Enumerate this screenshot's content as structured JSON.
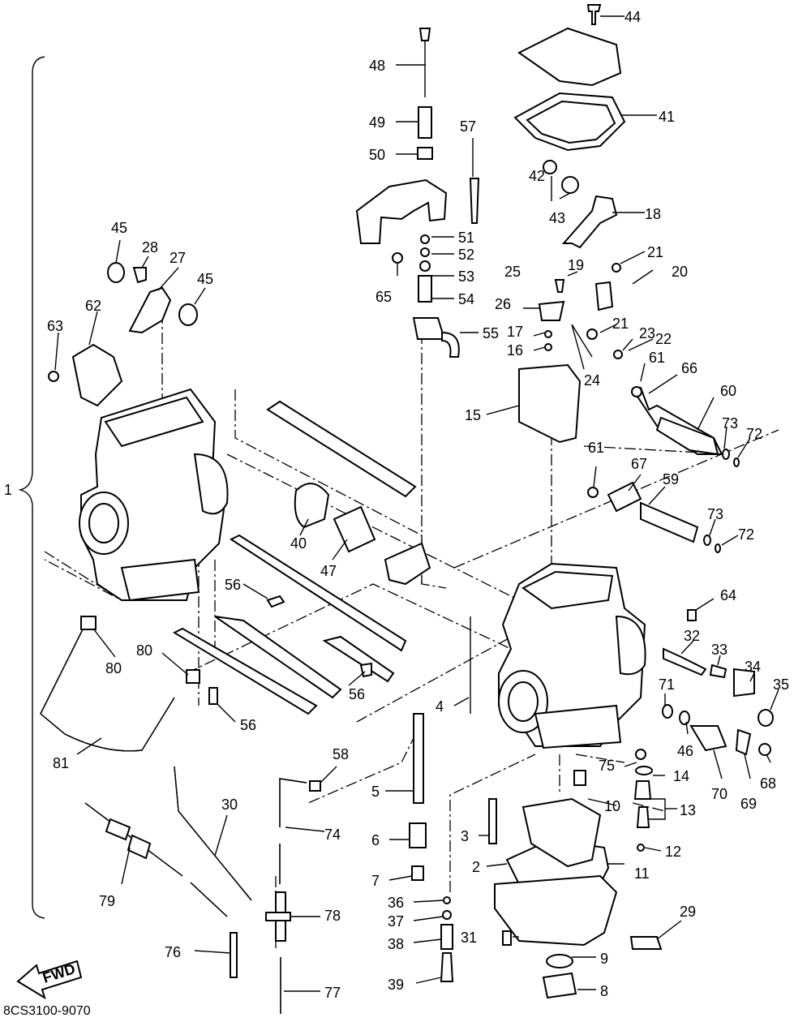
{
  "diagram": {
    "labels": [
      "1",
      "2",
      "3",
      "4",
      "5",
      "6",
      "7",
      "8",
      "9",
      "10",
      "12",
      "13",
      "14",
      "15",
      "16",
      "17",
      "18",
      "19",
      "20",
      "21",
      "21",
      "22",
      "23",
      "24",
      "25",
      "26",
      "27",
      "28",
      "29",
      "30",
      "31",
      "32",
      "33",
      "34",
      "35",
      "36",
      "37",
      "38",
      "39",
      "40",
      "41",
      "42",
      "43",
      "44",
      "45",
      "45",
      "46",
      "47",
      "48",
      "49",
      "50",
      "51",
      "52",
      "53",
      "54",
      "55",
      "56",
      "56",
      "56",
      "57",
      "58",
      "59",
      "60",
      "61",
      "61",
      "62",
      "63",
      "64",
      "65",
      "66",
      "67",
      "68",
      "69",
      "70",
      "71",
      "72",
      "72",
      "73",
      "73",
      "74",
      "75",
      "76",
      "77",
      "78",
      "79",
      "80",
      "80",
      "81",
      "11"
    ],
    "fwd_label": "FWD",
    "drawing_code": "8CS3100-9070"
  }
}
